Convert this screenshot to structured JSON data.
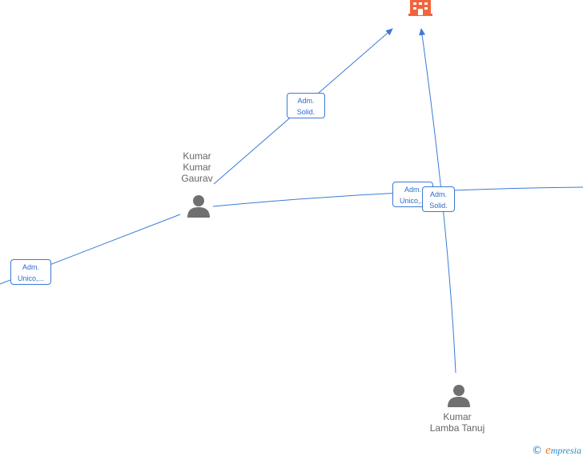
{
  "graph": {
    "company": {
      "icon": "building-icon",
      "color": "#f2643c"
    },
    "people": [
      {
        "name": "Kumar\nKumar\nGaurav",
        "icon": "person-icon"
      },
      {
        "name": "Kumar\nLamba Tanuj",
        "icon": "person-icon"
      }
    ],
    "roles": [
      {
        "line1": "Adm.",
        "line2": "Solid."
      },
      {
        "line1": "Adm.",
        "line2": "Unico,..."
      },
      {
        "line1": "Adm.",
        "line2": "Unico,..."
      },
      {
        "line1": "Adm.",
        "line2": "Solid."
      }
    ],
    "edge_color": "#3a7bd5",
    "person_color": "#707070"
  },
  "footer": {
    "copyright_symbol": "©",
    "brand_initial": "e",
    "brand_rest": "mpresia"
  }
}
